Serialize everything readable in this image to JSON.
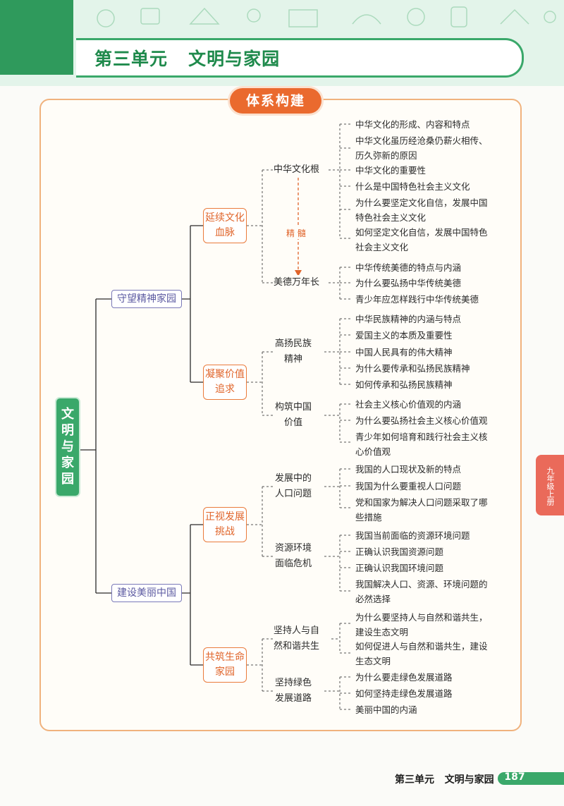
{
  "header": {
    "title": "第三单元   文明与家园"
  },
  "section_badge": "体系构建",
  "root": "文明与家园",
  "level1": [
    "守望精神家园",
    "建设美丽中国"
  ],
  "level2": [
    [
      "延续文化",
      "血脉"
    ],
    [
      "凝聚价值",
      "追求"
    ],
    [
      "正视发展",
      "挑战"
    ],
    [
      "共筑生命",
      "家园"
    ]
  ],
  "level3": {
    "wenhua_gen": "中华文化根",
    "meide": "美德万年长",
    "jingsui": "精  髓",
    "minzu": "高扬民族\n精神",
    "jiazhi": "构筑中国\n价值",
    "renkou": "发展中的\n人口问题",
    "ziyuan": "资源环境\n面临危机",
    "hexie": "坚持人与自\n然和谐共生",
    "lvse": "坚持绿色\n发展道路"
  },
  "leaves": {
    "wenhua_gen": [
      "中华文化的形成、内容和特点",
      "中华文化虽历经沧桑仍薪火相传、\n历久弥新的原因",
      "中华文化的重要性",
      "什么是中国特色社会主义文化",
      "为什么要坚定文化自信，发展中国\n特色社会主义文化",
      "如何坚定文化自信，发展中国特色\n社会主义文化"
    ],
    "meide": [
      "中华传统美德的特点与内涵",
      "为什么要弘扬中华传统美德",
      "青少年应怎样践行中华传统美德"
    ],
    "minzu": [
      "中华民族精神的内涵与特点",
      "爱国主义的本质及重要性",
      "中国人民具有的伟大精神",
      "为什么要传承和弘扬民族精神",
      "如何传承和弘扬民族精神"
    ],
    "jiazhi": [
      "社会主义核心价值观的内涵",
      "为什么要弘扬社会主义核心价值观",
      "青少年如何培育和践行社会主义核\n心价值观"
    ],
    "renkou": [
      "我国的人口现状及新的特点",
      "我国为什么要重视人口问题",
      "党和国家为解决人口问题采取了哪\n些措施"
    ],
    "ziyuan": [
      "我国当前面临的资源环境问题",
      "正确认识我国资源问题",
      "正确认识我国环境问题",
      "我国解决人口、资源、环境问题的\n必然选择"
    ],
    "hexie": [
      "为什么要坚持人与自然和谐共生，\n建设生态文明",
      "如何促进人与自然和谐共生，建设\n生态文明"
    ],
    "lvse": [
      "为什么要走绿色发展道路",
      "如何坚持走绿色发展道路",
      "美丽中国的内涵"
    ]
  },
  "side_tab": "九年级上册",
  "footer": {
    "text": "第三单元   文明与家园",
    "page": "187"
  },
  "colors": {
    "green": "#3aa86a",
    "orange": "#ea6a2e",
    "purple": "#7a79b8"
  }
}
